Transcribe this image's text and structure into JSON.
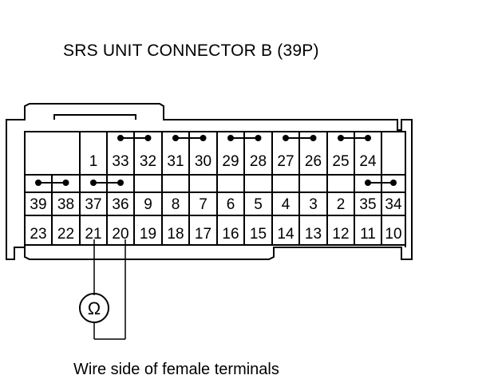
{
  "title": "SRS UNIT CONNECTOR B (39P)",
  "caption": "Wire side of female terminals",
  "meter_symbol": "Ω",
  "row1": [
    "",
    "",
    "1",
    "33",
    "32",
    "31",
    "30",
    "29",
    "28",
    "27",
    "26",
    "25",
    "24",
    ""
  ],
  "row2": [
    "39",
    "38",
    "37",
    "36",
    "9",
    "8",
    "7",
    "6",
    "5",
    "4",
    "3",
    "2",
    "35",
    "34"
  ],
  "row3": [
    "23",
    "22",
    "21",
    "20",
    "19",
    "18",
    "17",
    "16",
    "15",
    "14",
    "13",
    "12",
    "11",
    "10"
  ],
  "probe_pins": [
    "21",
    "20"
  ],
  "colors": {
    "line": "#000000",
    "background": "#ffffff"
  }
}
